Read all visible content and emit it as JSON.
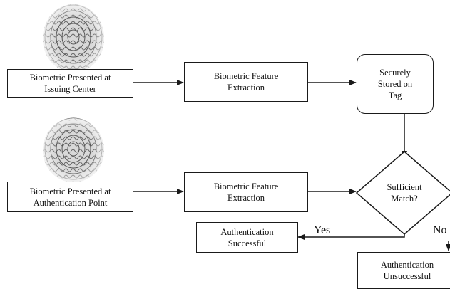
{
  "nodes": {
    "biometric_issuing": [
      "Biometric Presented at",
      "Issuing Center"
    ],
    "feature_extraction_top": [
      "Biometric Feature",
      "Extraction"
    ],
    "stored_on_tag": [
      "Securely",
      "Stored on",
      "Tag"
    ],
    "biometric_auth_point": [
      "Biometric Presented at",
      "Authentication Point"
    ],
    "feature_extraction_bottom": [
      "Biometric Feature",
      "Extraction"
    ],
    "sufficient_match": [
      "Sufficient",
      "Match?"
    ],
    "auth_successful": [
      "Authentication",
      "Successful"
    ],
    "auth_unsuccessful": [
      "Authentication",
      "Unsuccessful"
    ]
  },
  "edge_labels": {
    "yes": "Yes",
    "no": "No"
  },
  "colors": {
    "line": "#1a1a1a",
    "background": "#ffffff"
  },
  "icons": {
    "fingerprint_top": "fingerprint-icon",
    "fingerprint_bottom": "fingerprint-icon"
  }
}
